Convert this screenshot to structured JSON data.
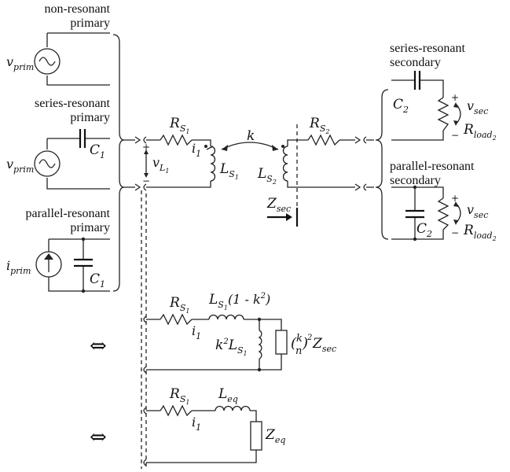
{
  "primaries": {
    "non_resonant": {
      "title_line1": "non-resonant",
      "title_line2": "primary",
      "source": "v",
      "source_sub": "prim"
    },
    "series_resonant": {
      "title_line1": "series-resonant",
      "title_line2": "primary",
      "source": "v",
      "source_sub": "prim",
      "cap": "C",
      "cap_sub": "1"
    },
    "parallel_resonant": {
      "title_line1": "parallel-resonant",
      "title_line2": "primary",
      "source": "i",
      "source_sub": "prim",
      "cap": "C",
      "cap_sub": "1"
    }
  },
  "transformer": {
    "rs1": "R",
    "rs1_sub": "S",
    "rs1_subsub": "1",
    "i1": "i",
    "i1_sub": "1",
    "vl1": "v",
    "vl1_sub": "L",
    "vl1_subsub": "1",
    "ls1": "L",
    "ls1_sub": "S",
    "ls1_subsub": "1",
    "k": "k",
    "ls2": "L",
    "ls2_sub": "S",
    "ls2_subsub": "2",
    "rs2": "R",
    "rs2_sub": "S",
    "rs2_subsub": "2",
    "zsec": "Z",
    "zsec_sub": "sec",
    "plus": "+",
    "minus": "−"
  },
  "secondaries": {
    "series_resonant": {
      "title_line1": "series-resonant",
      "title_line2": "secondary",
      "cap": "C",
      "cap_sub": "2",
      "vsec": "v",
      "vsec_sub": "sec",
      "rload": "R",
      "rload_sub": "load",
      "rload_subsub": "2"
    },
    "parallel_resonant": {
      "title_line1": "parallel-resonant",
      "title_line2": "secondary",
      "cap": "C",
      "cap_sub": "2",
      "vsec": "v",
      "vsec_sub": "sec",
      "rload": "R",
      "rload_sub": "load",
      "rload_subsub": "2"
    }
  },
  "equivalent1": {
    "rs1": "R",
    "rs1_sub": "S",
    "rs1_subsub": "1",
    "i1": "i",
    "i1_sub": "1",
    "leak": "L",
    "leak_sub": "S",
    "leak_subsub": "1",
    "leak_tail": "(1 - k",
    "leak_exp": "2",
    "leak_close": ")",
    "mag_k": "k",
    "mag_exp": "2",
    "mag_L": "L",
    "mag_sub": "S",
    "mag_subsub": "1",
    "zref_open": "(",
    "zref_k": "k",
    "zref_n": "n",
    "zref_close": ")",
    "zref_exp": "2",
    "zref_Z": "Z",
    "zref_sub": "sec",
    "equiv_symbol": "⇔"
  },
  "equivalent2": {
    "rs1": "R",
    "rs1_sub": "S",
    "rs1_subsub": "1",
    "i1": "i",
    "i1_sub": "1",
    "leq": "L",
    "leq_sub": "eq",
    "zeq": "Z",
    "zeq_sub": "eq",
    "equiv_symbol": "⇔"
  }
}
